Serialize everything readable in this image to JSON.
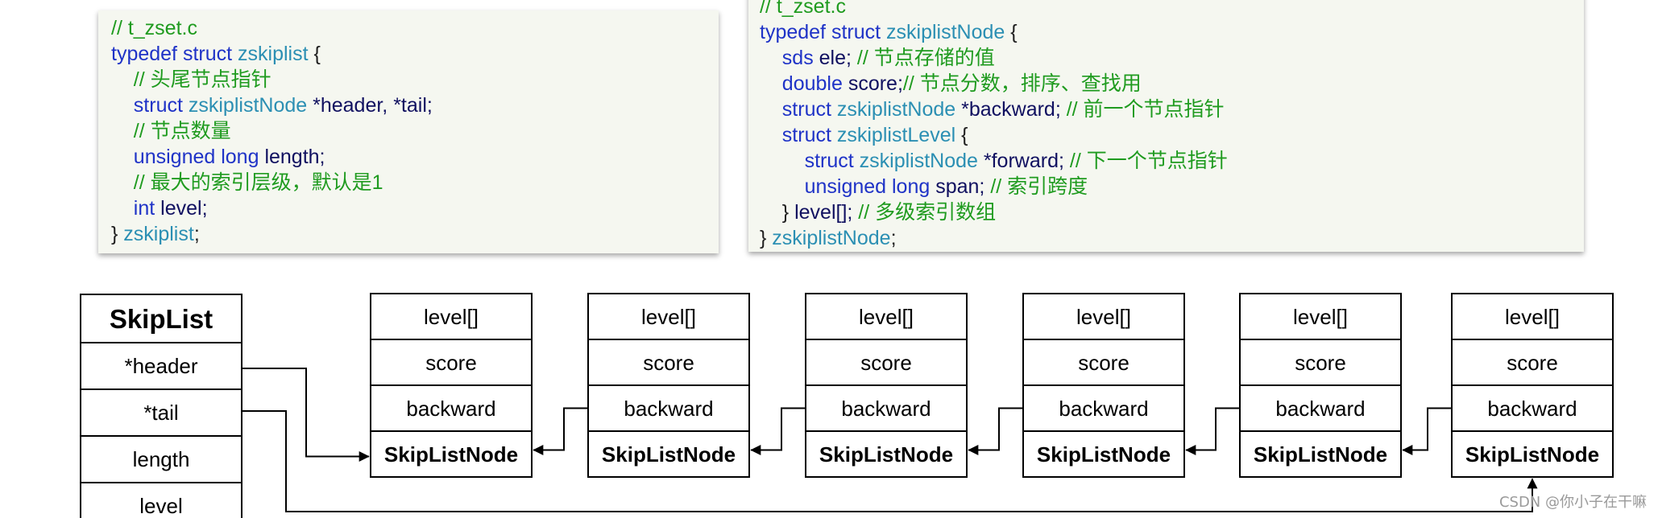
{
  "code_left": {
    "lines": [
      [
        {
          "c": "cmt",
          "t": "// t_zset.c"
        }
      ],
      [
        {
          "c": "kw",
          "t": "typedef struct "
        },
        {
          "c": "ty",
          "t": "zskiplist"
        },
        {
          "c": "pn",
          "t": " {"
        }
      ],
      [
        {
          "c": "pn",
          "t": "    "
        },
        {
          "c": "cmt",
          "t": "// 头尾节点指针"
        }
      ],
      [
        {
          "c": "pn",
          "t": "    "
        },
        {
          "c": "kw",
          "t": "struct "
        },
        {
          "c": "ty",
          "t": "zskiplistNode"
        },
        {
          "c": "id",
          "t": " *header, *tail;"
        }
      ],
      [
        {
          "c": "pn",
          "t": "    "
        },
        {
          "c": "cmt",
          "t": "// 节点数量"
        }
      ],
      [
        {
          "c": "pn",
          "t": "    "
        },
        {
          "c": "kw",
          "t": "unsigned long "
        },
        {
          "c": "id",
          "t": "length;"
        }
      ],
      [
        {
          "c": "pn",
          "t": "    "
        },
        {
          "c": "cmt",
          "t": "// 最大的索引层级，默认是1"
        }
      ],
      [
        {
          "c": "pn",
          "t": "    "
        },
        {
          "c": "kw",
          "t": "int "
        },
        {
          "c": "id",
          "t": "level;"
        }
      ],
      [
        {
          "c": "pn",
          "t": "} "
        },
        {
          "c": "ty",
          "t": "zskiplist"
        },
        {
          "c": "pn",
          "t": ";"
        }
      ]
    ]
  },
  "code_right": {
    "lines": [
      [
        {
          "c": "cmt",
          "t": "// t_zset.c"
        }
      ],
      [
        {
          "c": "kw",
          "t": "typedef struct "
        },
        {
          "c": "ty",
          "t": "zskiplistNode"
        },
        {
          "c": "pn",
          "t": " {"
        }
      ],
      [
        {
          "c": "pn",
          "t": "    "
        },
        {
          "c": "kw",
          "t": "sds "
        },
        {
          "c": "id",
          "t": "ele; "
        },
        {
          "c": "cmt",
          "t": "// 节点存储的值"
        }
      ],
      [
        {
          "c": "pn",
          "t": "    "
        },
        {
          "c": "kw",
          "t": "double "
        },
        {
          "c": "id",
          "t": "score;"
        },
        {
          "c": "cmt",
          "t": "// 节点分数，排序、查找用"
        }
      ],
      [
        {
          "c": "pn",
          "t": "    "
        },
        {
          "c": "kw",
          "t": "struct "
        },
        {
          "c": "ty",
          "t": "zskiplistNode"
        },
        {
          "c": "id",
          "t": " *backward; "
        },
        {
          "c": "cmt",
          "t": "// 前一个节点指针"
        }
      ],
      [
        {
          "c": "pn",
          "t": "    "
        },
        {
          "c": "kw",
          "t": "struct "
        },
        {
          "c": "ty",
          "t": "zskiplistLevel"
        },
        {
          "c": "pn",
          "t": " {"
        }
      ],
      [
        {
          "c": "pn",
          "t": "        "
        },
        {
          "c": "kw",
          "t": "struct "
        },
        {
          "c": "ty",
          "t": "zskiplistNode"
        },
        {
          "c": "id",
          "t": " *forward; "
        },
        {
          "c": "cmt",
          "t": "// 下一个节点指针"
        }
      ],
      [
        {
          "c": "pn",
          "t": "        "
        },
        {
          "c": "kw",
          "t": "unsigned long "
        },
        {
          "c": "id",
          "t": "span; "
        },
        {
          "c": "cmt",
          "t": "// 索引跨度"
        }
      ],
      [
        {
          "c": "pn",
          "t": "    } "
        },
        {
          "c": "id",
          "t": "level[]; "
        },
        {
          "c": "cmt",
          "t": "// 多级索引数组"
        }
      ],
      [
        {
          "c": "pn",
          "t": "} "
        },
        {
          "c": "ty",
          "t": "zskiplistNode"
        },
        {
          "c": "pn",
          "t": ";"
        }
      ]
    ]
  },
  "skiplist": {
    "title": "SkipList",
    "fields": [
      "*header",
      "*tail",
      "length",
      "level"
    ]
  },
  "nodes": {
    "count": 6,
    "fields": [
      "level[]",
      "score",
      "backward",
      "SkipListNode"
    ]
  },
  "watermark": "CSDN @你小子在干嘛",
  "colors": {
    "panel_bg": "#f5f7f0",
    "comment": "#1f9b1f",
    "keyword": "#1f33c7",
    "type": "#2b8fb3",
    "identifier": "#101060"
  }
}
